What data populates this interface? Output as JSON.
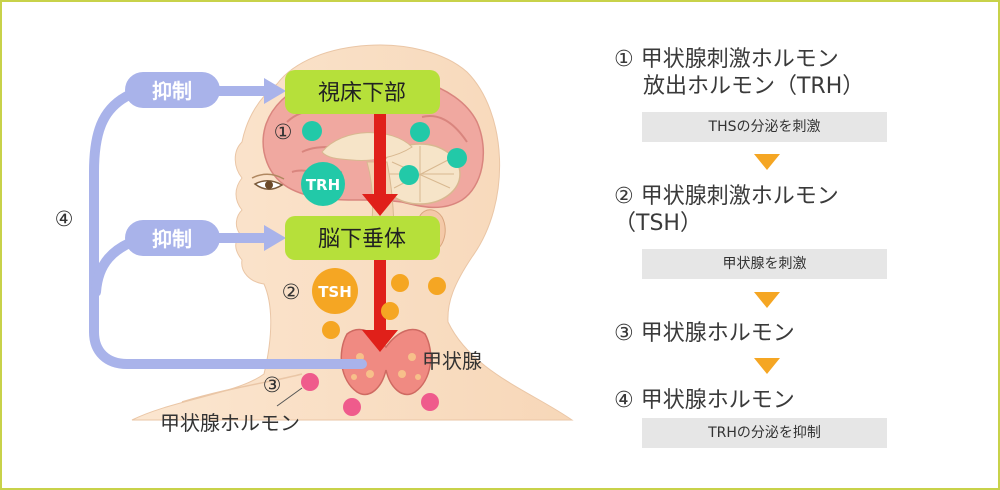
{
  "diagram": {
    "hypothalamus": "視床下部",
    "pituitary": "脳下垂体",
    "thyroid": "甲状腺",
    "thyroid_hormone": "甲状腺ホルモン",
    "inhibit_top": "抑制",
    "inhibit_mid": "抑制",
    "marker_1": "①",
    "marker_2": "②",
    "marker_3": "③",
    "marker_4": "④",
    "trh_badge": "TRH",
    "tsh_badge": "TSH"
  },
  "legend": {
    "steps": [
      {
        "title": "① 甲状腺刺激ホルモン\n　 放出ホルモン（TRH）",
        "desc": "THSの分泌を刺激"
      },
      {
        "title": "② 甲状腺刺激ホルモン\n（TSH）",
        "desc": "甲状腺を刺激"
      },
      {
        "title": "③ 甲状腺ホルモン",
        "desc": ""
      },
      {
        "title": "④ 甲状腺ホルモン",
        "desc": "TRHの分泌を抑制"
      }
    ]
  },
  "colors": {
    "frame": "#c8d24a",
    "organ_label": "#b6e03a",
    "feedback": "#a9b3ea",
    "flow_arrow": "#e0201a",
    "trh_dot": "#22c9a8",
    "tsh_dot": "#f5a623",
    "thyroid_hormone_dot": "#ef5b8c",
    "step_triangle": "#f5a623"
  }
}
